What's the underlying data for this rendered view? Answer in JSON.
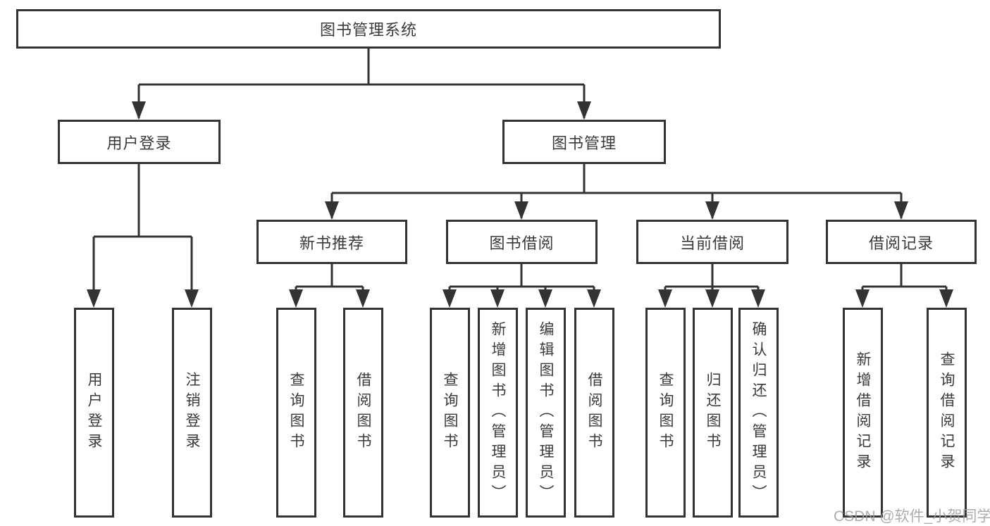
{
  "diagram": {
    "root": "图书管理系统",
    "level2": [
      "用户登录",
      "图书管理"
    ],
    "level3": [
      "新书推荐",
      "图书借阅",
      "当前借阅",
      "借阅记录"
    ],
    "leaves": {
      "login": [
        "用户登录",
        "注销登录"
      ],
      "recommend": [
        "查询图书",
        "借阅图书"
      ],
      "borrow": [
        "查询图书",
        "新增图书（管理员）",
        "编辑图书（管理员）",
        "借阅图书"
      ],
      "current": [
        "查询图书",
        "归还图书",
        "确认归还（管理员）"
      ],
      "records": [
        "新增借阅记录",
        "查询借阅记录"
      ]
    }
  },
  "watermark": {
    "text": "CSDN @软件_小贺同学"
  },
  "colors": {
    "line": "#333333",
    "box_border": "#333333",
    "text": "#3a3a3a",
    "background": "#ffffff",
    "watermark": "#9e9e9e"
  }
}
